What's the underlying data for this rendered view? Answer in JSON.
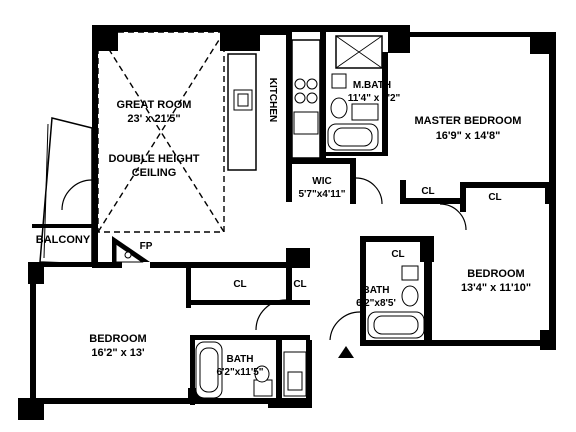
{
  "rooms": {
    "great_room": {
      "name": "GREAT ROOM",
      "dims": "23' x 21'5\""
    },
    "double_height": {
      "line1": "DOUBLE HEIGHT",
      "line2": "CEILING"
    },
    "kitchen": {
      "name": "KITCHEN"
    },
    "master_bath": {
      "name": "M.BATH",
      "dims": "11'4\" x 6'2\""
    },
    "master_bedroom": {
      "name": "MASTER BEDROOM",
      "dims": "16'9\" x 14'8\""
    },
    "wic": {
      "name": "WIC",
      "dims": "5'7\"x4'11\""
    },
    "balcony": {
      "name": "BALCONY"
    },
    "fireplace": {
      "name": "FP"
    },
    "bath_center": {
      "name": "BATH",
      "dims": "6'2\"x8'5'"
    },
    "bedroom_right": {
      "name": "BEDROOM",
      "dims": "13'4\" x 11'10\""
    },
    "bedroom_left": {
      "name": "BEDROOM",
      "dims": "16'2\" x 13'"
    },
    "bath_bottom": {
      "name": "BATH",
      "dims": "6'2\"x11'5\""
    }
  },
  "closets": {
    "master": "CL",
    "top_right": "CL",
    "bath": "CL",
    "center": "CL",
    "hall": "CL"
  }
}
